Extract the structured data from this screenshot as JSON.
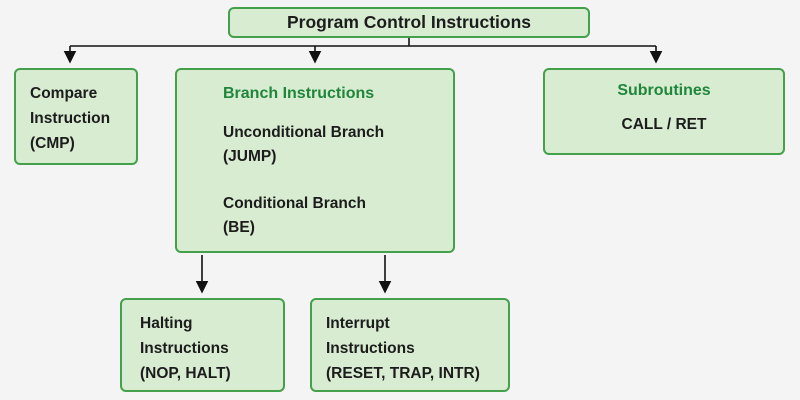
{
  "colors": {
    "page_bg": "#f4f4f5",
    "box_bg": "#d8ecd2",
    "box_border": "#44a04a",
    "heading": "#20863b",
    "text": "#1c1c1c",
    "line": "#111111"
  },
  "root": {
    "label": "Program Control Instructions"
  },
  "compare": {
    "lines": [
      "Compare",
      "Instruction",
      "(CMP)"
    ]
  },
  "branch": {
    "title": "Branch Instructions",
    "lines": [
      "Unconditional Branch",
      "(JUMP)",
      "Conditional Branch",
      "(BE)"
    ]
  },
  "subroutines": {
    "title": "Subroutines",
    "body": "CALL / RET"
  },
  "halting": {
    "lines": [
      "Halting",
      "Instructions",
      "(NOP, HALT)"
    ]
  },
  "interrupt": {
    "lines": [
      "Interrupt",
      "Instructions",
      "(RESET, TRAP, INTR)"
    ]
  }
}
